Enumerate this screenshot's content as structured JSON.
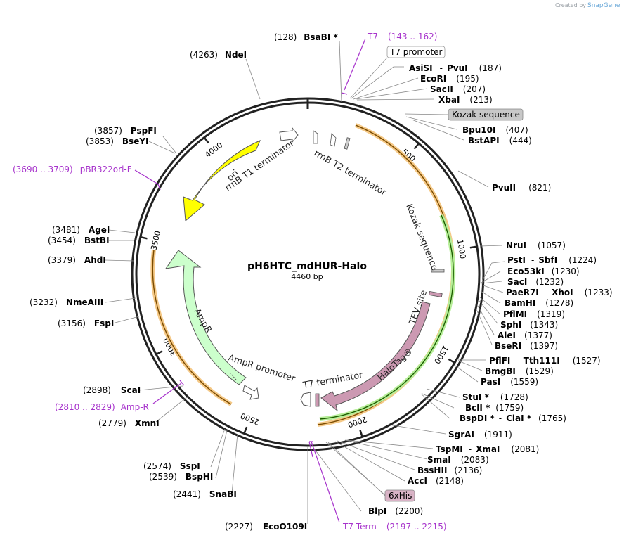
{
  "credit": {
    "prefix": "Created by",
    "brand": "SnapGene"
  },
  "plasmid": {
    "name": "pH6HTC_mdHUR-Halo",
    "size": "4460 bp"
  },
  "ticks": [
    {
      "label": "500"
    },
    {
      "label": "1000"
    },
    {
      "label": "1500"
    },
    {
      "label": "2000"
    },
    {
      "label": "2500"
    },
    {
      "label": "3000"
    },
    {
      "label": "3500"
    },
    {
      "label": "4000"
    }
  ],
  "sites": [
    {
      "pos": "(128)",
      "name": "BsaBI *"
    },
    {
      "pos": "(4263)",
      "name": "NdeI"
    },
    {
      "pos": "(187)",
      "name": "AsiSI",
      "name2": "PvuI"
    },
    {
      "pos": "(195)",
      "name": "EcoRI"
    },
    {
      "pos": "(207)",
      "name": "SacII"
    },
    {
      "pos": "(213)",
      "name": "XbaI"
    },
    {
      "pos": "(407)",
      "name": "Bpu10I"
    },
    {
      "pos": "(444)",
      "name": "BstAPI"
    },
    {
      "pos": "(821)",
      "name": "PvuII"
    },
    {
      "pos": "(1057)",
      "name": "NruI"
    },
    {
      "pos": "(1224)",
      "name": "PstI",
      "name2": "SbfI"
    },
    {
      "pos": "(1230)",
      "name": "Eco53kI"
    },
    {
      "pos": "(1232)",
      "name": "SacI"
    },
    {
      "pos": "(1233)",
      "name": "PaeR7I",
      "name2": "XhoI"
    },
    {
      "pos": "(1278)",
      "name": "BamHI"
    },
    {
      "pos": "(1319)",
      "name": "PflMI"
    },
    {
      "pos": "(1343)",
      "name": "SphI"
    },
    {
      "pos": "(1377)",
      "name": "AleI"
    },
    {
      "pos": "(1397)",
      "name": "BseRI"
    },
    {
      "pos": "(1527)",
      "name": "PflFI",
      "name2": "Tth111I"
    },
    {
      "pos": "(1529)",
      "name": "BmgBI"
    },
    {
      "pos": "(1559)",
      "name": "PasI"
    },
    {
      "pos": "(1728)",
      "name": "StuI *"
    },
    {
      "pos": "(1759)",
      "name": "BclI *"
    },
    {
      "pos": "(1765)",
      "name": "BspDI *",
      "name2": "ClaI *"
    },
    {
      "pos": "(1911)",
      "name": "SgrAI"
    },
    {
      "pos": "(2081)",
      "name": "TspMI",
      "name2": "XmaI"
    },
    {
      "pos": "(2083)",
      "name": "SmaI"
    },
    {
      "pos": "(2136)",
      "name": "BssHII"
    },
    {
      "pos": "(2148)",
      "name": "AccI"
    },
    {
      "pos": "(2200)",
      "name": "BlpI"
    },
    {
      "pos": "(2227)",
      "name": "EcoO109I"
    },
    {
      "pos": "(2441)",
      "name": "SnaBI"
    },
    {
      "pos": "(2574)",
      "name": "SspI"
    },
    {
      "pos": "(2539)",
      "name": "BspHI"
    },
    {
      "pos": "(2779)",
      "name": "XmnI"
    },
    {
      "pos": "(2898)",
      "name": "ScaI"
    },
    {
      "pos": "(3156)",
      "name": "FspI"
    },
    {
      "pos": "(3232)",
      "name": "NmeAIII"
    },
    {
      "pos": "(3379)",
      "name": "AhdI"
    },
    {
      "pos": "(3454)",
      "name": "BstBI"
    },
    {
      "pos": "(3481)",
      "name": "AgeI"
    },
    {
      "pos": "(3853)",
      "name": "BseYI"
    },
    {
      "pos": "(3857)",
      "name": "PspFI"
    }
  ],
  "primers": [
    {
      "name": "T7",
      "range": "(143 .. 162)"
    },
    {
      "name": "pBR322ori-F",
      "range": "(3690 .. 3709)"
    },
    {
      "name": "Amp-R",
      "range": "(2810 .. 2829)"
    },
    {
      "name": "T7 Term",
      "range": "(2197 .. 2215)"
    }
  ],
  "boxed_labels": [
    {
      "text": "T7 promoter"
    },
    {
      "text": "Kozak sequence"
    },
    {
      "text": "6xHis"
    }
  ],
  "features": {
    "ori": "ori",
    "rrnB_T1": "rrnB T1 terminator",
    "rrnB_T2": "rrnB T2 terminator",
    "kozak": "Kozak sequence",
    "tev": "TEV site",
    "halotag": "HaloTag®",
    "t7term": "T7 terminator",
    "ampr_prom": "AmpR promoter",
    "ampr": "AmpR"
  },
  "colors": {
    "ori": "#ffff00",
    "ampr": "#ccffcc",
    "halotag": "#cc99b2",
    "orf_orange": "#f0b060",
    "orf_green": "#88dd55",
    "primer": "#a733cc",
    "kozak_box": "#c8c8c8",
    "his_box": "#d9b3c6"
  }
}
